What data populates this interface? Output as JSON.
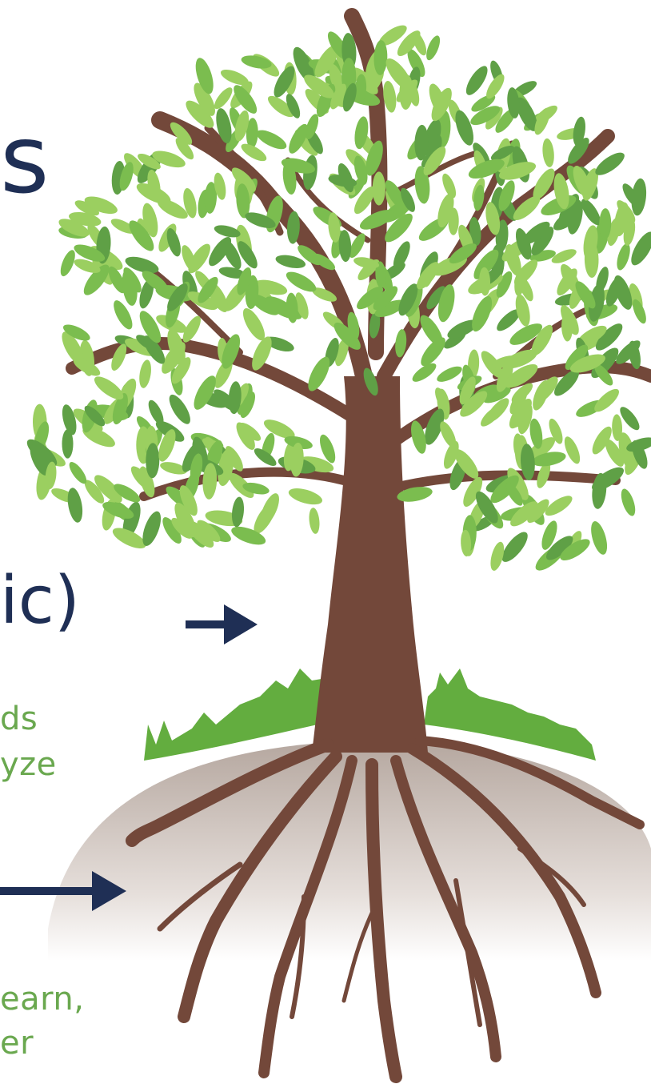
{
  "text_fragments": {
    "heading_fragment": "s",
    "label_fragment": "ic)",
    "desc_line_1": "ds",
    "desc_line_2": "yze",
    "desc_line_3": "earn,",
    "desc_line_4": "er"
  },
  "colors": {
    "navy": "#1f2f55",
    "trunk_brown": "#73483a",
    "leaf_light": "#9bcf60",
    "leaf_dark": "#5fa046",
    "grass": "#63ad3f",
    "soil_gray": "#c8bdb7",
    "desc_green": "#6aa84f"
  },
  "icons": {
    "arrow_upper": "arrow-right-icon",
    "arrow_lower": "arrow-right-icon",
    "tree": "tree-icon"
  }
}
